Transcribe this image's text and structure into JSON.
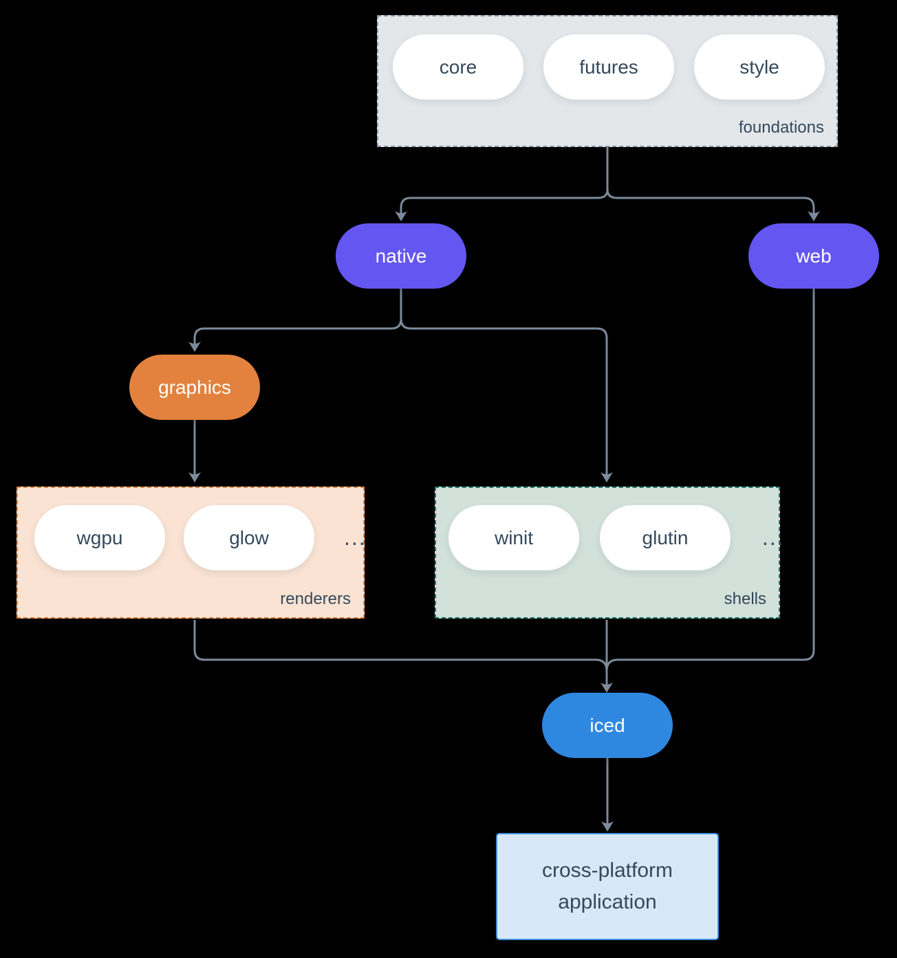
{
  "colors": {
    "background": "#000000",
    "arrow": "#7c8b9b",
    "text_dark": "#34495c",
    "purple_node": "#6456f0",
    "orange_node": "#e2823e",
    "renderers_fill": "#fae3d3",
    "renderers_border": "#e2823e",
    "shells_fill": "#d3e1db",
    "shells_border": "#1f7a6b",
    "foundations_fill": "#e3e7ea",
    "foundations_border": "#8899a9",
    "iced_blue": "#2f88df",
    "app_fill": "#d9e8f8",
    "app_border": "#418fdd"
  },
  "diagram": {
    "foundations": {
      "label": "foundations",
      "pills": [
        "core",
        "futures",
        "style"
      ]
    },
    "native": {
      "label": "native"
    },
    "web": {
      "label": "web"
    },
    "graphics": {
      "label": "graphics"
    },
    "renderers": {
      "label": "renderers",
      "pills": [
        "wgpu",
        "glow"
      ],
      "more": "..."
    },
    "shells": {
      "label": "shells",
      "pills": [
        "winit",
        "glutin"
      ],
      "more": "..."
    },
    "iced": {
      "label": "iced"
    },
    "application": {
      "label": "cross-platform application"
    }
  }
}
